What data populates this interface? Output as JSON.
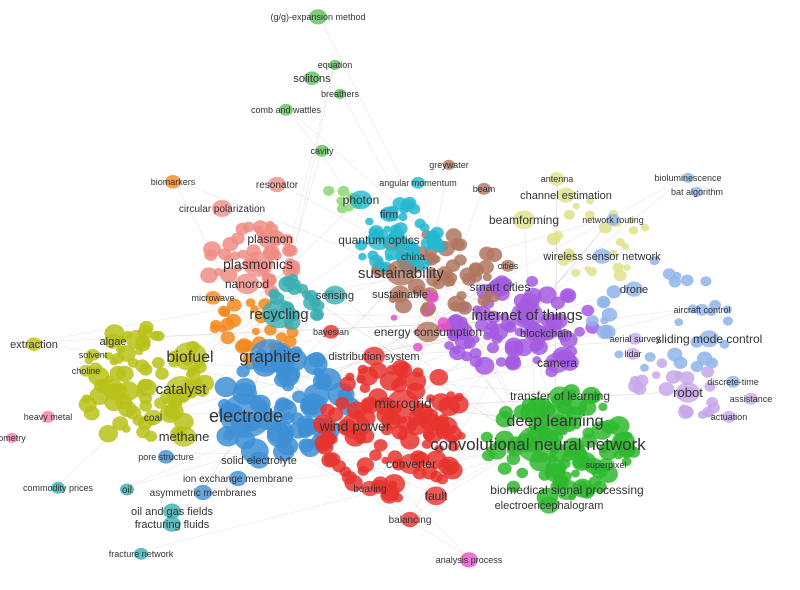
{
  "clusters": {
    "green_top": "#5cc15a",
    "salmon": "#f08c84",
    "cyan": "#23b8d1",
    "brown": "#b07660",
    "yellow_green": "#b9c219",
    "orange": "#f28a1e",
    "teal": "#3aaeb0",
    "blue": "#3d8fd6",
    "red": "#e8322e",
    "purple": "#a35be0",
    "green": "#2eb82e",
    "light_blue": "#8fb4ea",
    "pale_yellow": "#dfe28a",
    "lavender": "#c8a8e9",
    "magenta": "#e054c8",
    "pink": "#f07fb2",
    "light_green": "#8bd873"
  },
  "labels": [
    {
      "text": "(g/g)-expansion method",
      "cluster": "green_top"
    },
    {
      "text": "equation",
      "cluster": "green_top"
    },
    {
      "text": "solitons",
      "cluster": "green_top"
    },
    {
      "text": "breathers",
      "cluster": "green_top"
    },
    {
      "text": "comb and wattles",
      "cluster": "green_top"
    },
    {
      "text": "cavity",
      "cluster": "green_top"
    },
    {
      "text": "greywater",
      "cluster": "brown"
    },
    {
      "text": "biomarkers",
      "cluster": "orange"
    },
    {
      "text": "resonator",
      "cluster": "salmon"
    },
    {
      "text": "angular momentum",
      "cluster": "cyan"
    },
    {
      "text": "beam",
      "cluster": "brown"
    },
    {
      "text": "antenna",
      "cluster": "pale_yellow"
    },
    {
      "text": "bioluminescence",
      "cluster": "light_blue"
    },
    {
      "text": "bat algorithm",
      "cluster": "light_blue"
    },
    {
      "text": "channel estimation",
      "cluster": "pale_yellow"
    },
    {
      "text": "photon",
      "cluster": "cyan"
    },
    {
      "text": "circular polarization",
      "cluster": "salmon"
    },
    {
      "text": "firm",
      "cluster": "cyan"
    },
    {
      "text": "beamforming",
      "cluster": "pale_yellow"
    },
    {
      "text": "network routing",
      "cluster": "light_blue"
    },
    {
      "text": "plasmon",
      "cluster": "salmon"
    },
    {
      "text": "quantum optics",
      "cluster": "cyan"
    },
    {
      "text": "china",
      "cluster": "cyan"
    },
    {
      "text": "wireless sensor network",
      "cluster": "light_blue"
    },
    {
      "text": "plasmonics",
      "cluster": "salmon"
    },
    {
      "text": "cities",
      "cluster": "brown"
    },
    {
      "text": "sustainability",
      "cluster": "brown"
    },
    {
      "text": "nanorod",
      "cluster": "salmon"
    },
    {
      "text": "sustainable",
      "cluster": "brown"
    },
    {
      "text": "smart cities",
      "cluster": "purple"
    },
    {
      "text": "drone",
      "cluster": "light_blue"
    },
    {
      "text": "microwave",
      "cluster": "orange"
    },
    {
      "text": "sensing",
      "cluster": "teal"
    },
    {
      "text": "aircraft control",
      "cluster": "light_blue"
    },
    {
      "text": "recycling",
      "cluster": "teal"
    },
    {
      "text": "internet of things",
      "cluster": "purple"
    },
    {
      "text": "bayesian",
      "cluster": "red"
    },
    {
      "text": "energy consumption",
      "cluster": "brown"
    },
    {
      "text": "blockchain",
      "cluster": "purple"
    },
    {
      "text": "sliding mode control",
      "cluster": "light_blue"
    },
    {
      "text": "extraction",
      "cluster": "yellow_green"
    },
    {
      "text": "algae",
      "cluster": "yellow_green"
    },
    {
      "text": "aerial survey",
      "cluster": "lavender"
    },
    {
      "text": "biofuel",
      "cluster": "yellow_green"
    },
    {
      "text": "graphite",
      "cluster": "blue"
    },
    {
      "text": "distribution system",
      "cluster": "red"
    },
    {
      "text": "solvent",
      "cluster": "yellow_green"
    },
    {
      "text": "lidar",
      "cluster": "lavender"
    },
    {
      "text": "choline",
      "cluster": "yellow_green"
    },
    {
      "text": "camera",
      "cluster": "purple"
    },
    {
      "text": "discrete-time",
      "cluster": "light_blue"
    },
    {
      "text": "catalyst",
      "cluster": "yellow_green"
    },
    {
      "text": "robot",
      "cluster": "lavender"
    },
    {
      "text": "microgrid",
      "cluster": "red"
    },
    {
      "text": "assistance",
      "cluster": "lavender"
    },
    {
      "text": "transfer of learning",
      "cluster": "green"
    },
    {
      "text": "heavy metal",
      "cluster": "pink"
    },
    {
      "text": "coal",
      "cluster": "yellow_green"
    },
    {
      "text": "electrode",
      "cluster": "blue"
    },
    {
      "text": "actuation",
      "cluster": "lavender"
    },
    {
      "text": "deep learning",
      "cluster": "green"
    },
    {
      "text": "ometry",
      "cluster": "pink"
    },
    {
      "text": "wind power",
      "cluster": "red"
    },
    {
      "text": "methane",
      "cluster": "yellow_green"
    },
    {
      "text": "convolutional neural network",
      "cluster": "green"
    },
    {
      "text": "pore structure",
      "cluster": "blue"
    },
    {
      "text": "solid electrolyte",
      "cluster": "blue"
    },
    {
      "text": "superpixel",
      "cluster": "green"
    },
    {
      "text": "converter",
      "cluster": "red"
    },
    {
      "text": "ion exchange membrane",
      "cluster": "blue"
    },
    {
      "text": "commodity prices",
      "cluster": "teal"
    },
    {
      "text": "oil",
      "cluster": "teal"
    },
    {
      "text": "asymmetric membranes",
      "cluster": "blue"
    },
    {
      "text": "bearing",
      "cluster": "red"
    },
    {
      "text": "biomedical signal processing",
      "cluster": "green"
    },
    {
      "text": "fault",
      "cluster": "red"
    },
    {
      "text": "oil and gas fields",
      "cluster": "teal"
    },
    {
      "text": "electroencephalogram",
      "cluster": "green"
    },
    {
      "text": "fracturing fluids",
      "cluster": "teal"
    },
    {
      "text": "balancing",
      "cluster": "red"
    },
    {
      "text": "fracture network",
      "cluster": "teal"
    },
    {
      "text": "analysis process",
      "cluster": "magenta"
    }
  ]
}
